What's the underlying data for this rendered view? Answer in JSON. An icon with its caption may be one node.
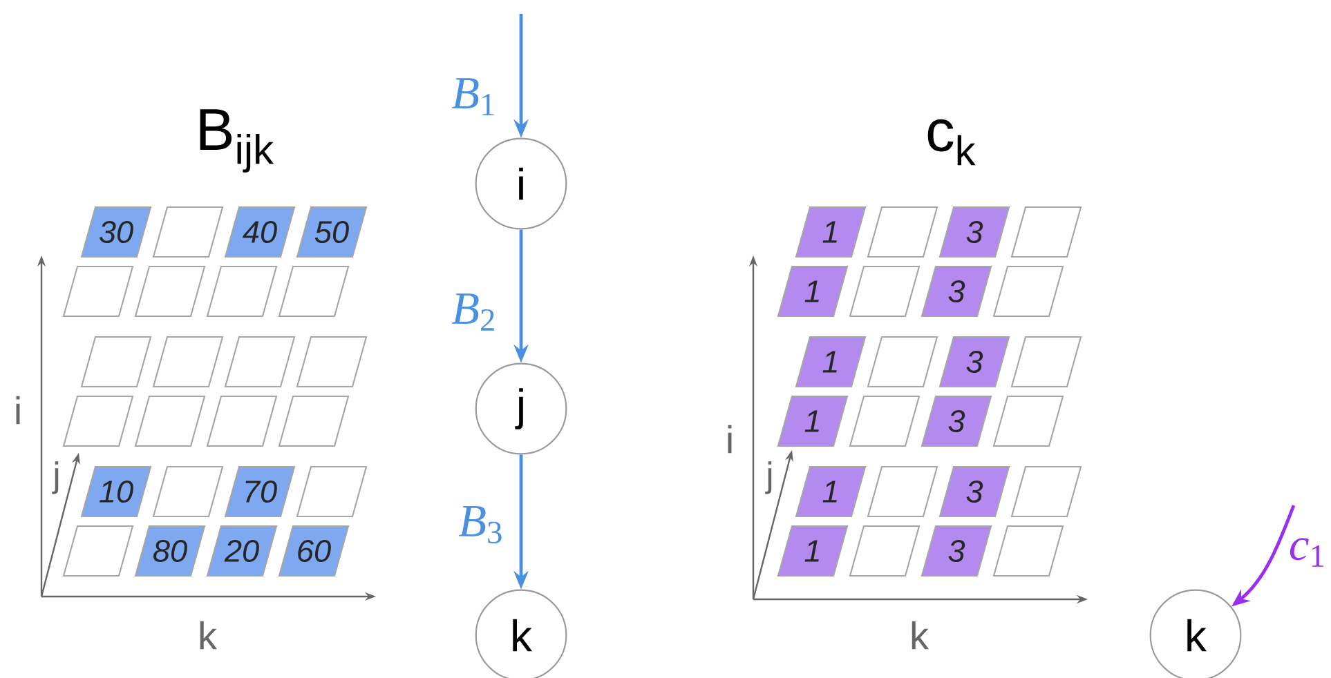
{
  "diagram": {
    "nodes": [
      {
        "text": [
          "i"
        ]
      },
      {
        "text": [
          "j"
        ]
      },
      {
        "text": [
          "k"
        ]
      },
      {
        "text": [
          "k"
        ]
      }
    ],
    "edges": [
      {
        "from": null,
        "to": 0,
        "arrow": "to",
        "label": "*B*$_{1}$"
      },
      {
        "from": 0,
        "to": 1,
        "arrow": "to",
        "label": "*B*$_{2}$"
      },
      {
        "from": 1,
        "to": 2,
        "arrow": "to",
        "label": "*B*$_{3}$"
      },
      {
        "from": null,
        "to": 3,
        "arrow": "to",
        "label": "*c*$_{1}$",
        "color": "#9b2ff0"
      }
    ],
    "labels": [
      "B$_{ijk}$",
      "30",
      "40",
      "50",
      "i",
      "j",
      "10",
      "70",
      "80",
      "20",
      "60",
      "k",
      "c$_{k}$",
      "1",
      "3",
      "1",
      "3",
      "1",
      "3",
      "1",
      "3",
      "1",
      "3",
      "1",
      "3",
      "i",
      "j",
      "k"
    ]
  }
}
